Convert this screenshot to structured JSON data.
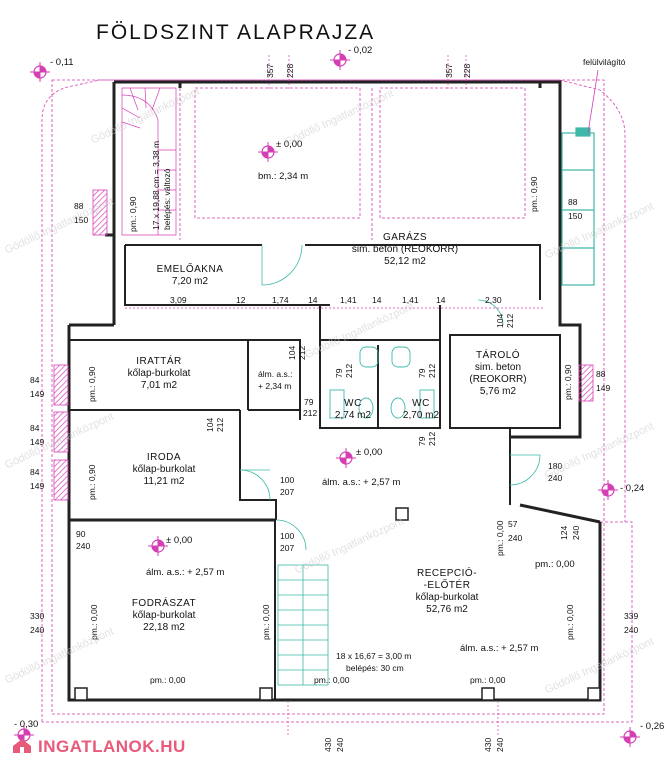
{
  "title": "FÖLDSZINT  ALAPRAJZA",
  "levels": {
    "top_left": "- 0,11",
    "top_center": "- 0,02",
    "right_mid": "- 0,24",
    "bottom_left": "- 0,30",
    "bottom_right": "- 0,26"
  },
  "labels": {
    "skylight": "felülvilágító",
    "stair_top": "17 x 19,88 cm = 3,38 m",
    "stair_top2": "belépés: változó",
    "stair_bottom": "18 x 16,67 = 3,00 m",
    "stair_bottom2": "belépés: 30 cm",
    "garage_level": "± 0,00",
    "garage_bm": "bm.: 2,34 m",
    "hall_level": "± 0,00",
    "hall_alm": "álm. a.s.: + 2,57 m",
    "fod_level": "± 0,00",
    "fod_alm": "álm. a.s.: + 2,57 m",
    "rec_alm": "álm. a.s.: + 2,57 m",
    "small_alm_a": "álm. a.s.:",
    "small_alm_b": "+ 2,34 m",
    "pm_000": "pm.: 0,00",
    "pm_090": "pm.: 0,90",
    "pm_000_rot": "pm.: 0,00"
  },
  "rooms": {
    "garazs": {
      "name": "GARÁZS",
      "floor": "sim. beton (REOKORR)",
      "area": "52,12 m2"
    },
    "emeloakna": {
      "name": "EMELŐAKNA",
      "area": "7,20 m2"
    },
    "irattar": {
      "name": "IRATTÁR",
      "floor": "kőlap-burkolat",
      "area": "7,01 m2"
    },
    "iroda": {
      "name": "IRODA",
      "floor": "kőlap-burkolat",
      "area": "11,21 m2"
    },
    "wc1": {
      "name": "WC",
      "area": "2,74 m2"
    },
    "wc2": {
      "name": "WC",
      "area": "2,70 m2"
    },
    "tarolo": {
      "name": "TÁROLÓ",
      "floor": "sim. beton",
      "floor2": "(REOKORR)",
      "area": "5,76 m2"
    },
    "fodraszat": {
      "name": "FODRÁSZAT",
      "floor": "kőlap-burkolat",
      "area": "22,18 m2"
    },
    "recepcio": {
      "name": "RECEPCIÓ-",
      "name2": "-ELŐTÉR",
      "floor": "kőlap-burkolat",
      "area": "52,76 m2"
    }
  },
  "dims": {
    "d357a": "357",
    "d228a": "228",
    "d357b": "357",
    "d228b": "228",
    "d88a": "88",
    "d150a": "150",
    "d88b": "88",
    "d150b": "150",
    "row309": "3,09",
    "row12": "12",
    "row174": "1,74",
    "row14a": "14",
    "row141a": "1,41",
    "row14b": "14",
    "row141b": "1,41",
    "row14c": "14",
    "row230": "2,30",
    "d104a": "104",
    "d212a": "212",
    "d104b": "104",
    "d212b": "212",
    "d104c": "104",
    "d212c": "212",
    "d79a": "79",
    "d212d": "212",
    "d79b": "79",
    "d212e": "212",
    "d79c": "79",
    "d212f": "212",
    "d79d": "79",
    "d212g": "212",
    "d84a": "84",
    "d149a": "149",
    "d84b": "84",
    "d149b": "149",
    "d84c": "84",
    "d149c": "149",
    "d88c": "88",
    "d149d": "149",
    "d100a": "100",
    "d207a": "207",
    "d100b": "100",
    "d207b": "207",
    "d180": "180",
    "d240a": "240",
    "d57": "57",
    "d240b": "240",
    "d124": "124",
    "d240c": "240",
    "d90": "90",
    "d240d": "240",
    "d330": "330",
    "d240e": "240",
    "d339": "339",
    "d240f": "240",
    "d430a": "430",
    "d240g": "240",
    "d430b": "430",
    "d240h": "240"
  },
  "watermark": "Gödöllő Ingatlanközpont",
  "logo": "INGATLANOK.HU",
  "colors": {
    "wall": "#222222",
    "magenta": "#d63fb4",
    "cyan": "#3fb8a8",
    "logo": "#e85a7a"
  }
}
